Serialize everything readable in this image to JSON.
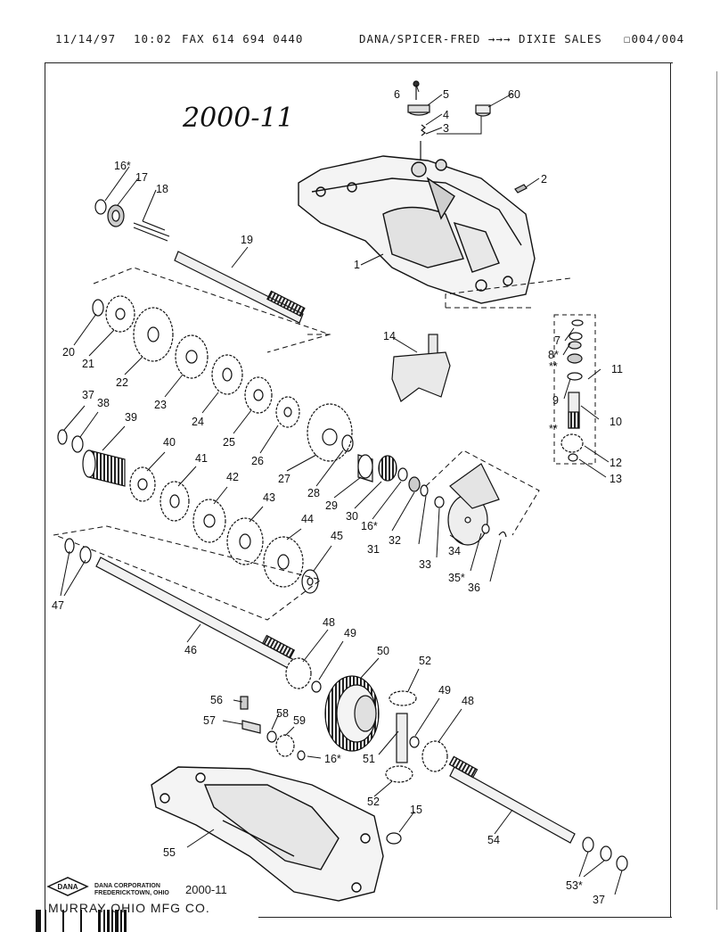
{
  "fax_header": {
    "date": "11/14/97",
    "time": "10:02",
    "fax": "FAX 614 694 0440",
    "route": "DANA/SPICER-FRED →→→ DIXIE SALES",
    "page": "004/004"
  },
  "handwritten_note": "2000-11",
  "footer": {
    "corp_line1": "DANA CORPORATION",
    "corp_line2": "FREDERICKTOWN, OHIO",
    "model": "2000-11",
    "manufacturer": "MURRAY OHIO MFG CO.",
    "logo_text": "DANA"
  },
  "callouts": [
    "1",
    "2",
    "3",
    "4",
    "5",
    "6",
    "60",
    "7",
    "8*",
    "**",
    "9",
    "10",
    "11",
    "12",
    "13",
    "14",
    "16*",
    "17",
    "18",
    "19",
    "20",
    "21",
    "22",
    "23",
    "24",
    "25",
    "26",
    "27",
    "28",
    "29",
    "30",
    "16*",
    "31",
    "32",
    "33",
    "34",
    "35*",
    "36",
    "37",
    "38",
    "39",
    "40",
    "41",
    "42",
    "43",
    "44",
    "45",
    "47",
    "46",
    "48",
    "49",
    "50",
    "52",
    "49",
    "48",
    "56",
    "57",
    "58",
    "59",
    "16*",
    "51",
    "52",
    "15",
    "54",
    "55",
    "53*",
    "37",
    "**"
  ]
}
